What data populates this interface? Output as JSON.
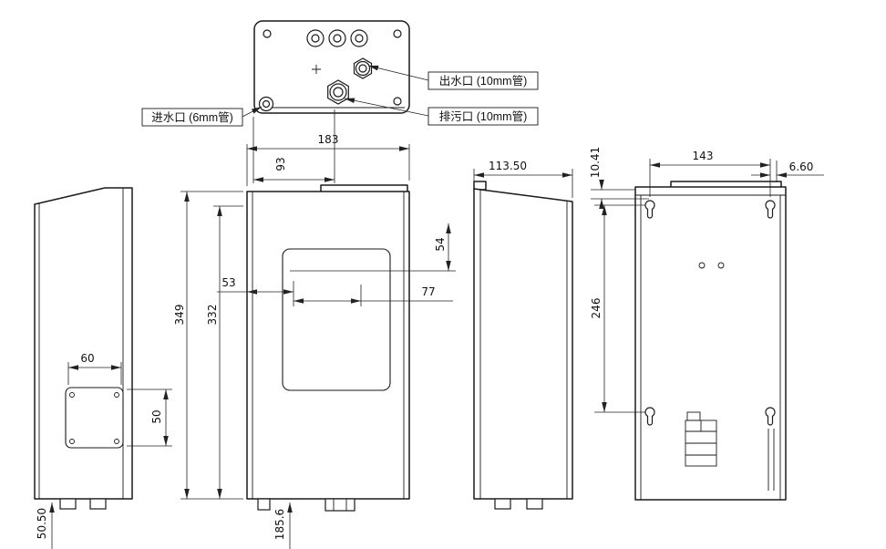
{
  "port_labels": {
    "outlet": "出水口 (10mm管)",
    "drain": "排污口 (10mm管)",
    "inlet": "进水口 (6mm管)"
  },
  "dimensions": {
    "front_width": "183",
    "drain_offset": "93",
    "window_left": "53",
    "window_width": "77",
    "window_top": "54",
    "overall_height": "349",
    "body_height": "332",
    "bottom_port_height": "185.6",
    "side_panel_width": "60",
    "side_panel_height": "50",
    "side_bottom_offset": "50.50",
    "depth": "113.50",
    "mount_hole_span": "143",
    "mount_edge_offset": "6.60",
    "mount_top_offset": "10.41",
    "mount_vertical_span": "246"
  },
  "colors": {
    "line": "#1a1a1a",
    "dimension": "#222222",
    "background": "#ffffff"
  }
}
